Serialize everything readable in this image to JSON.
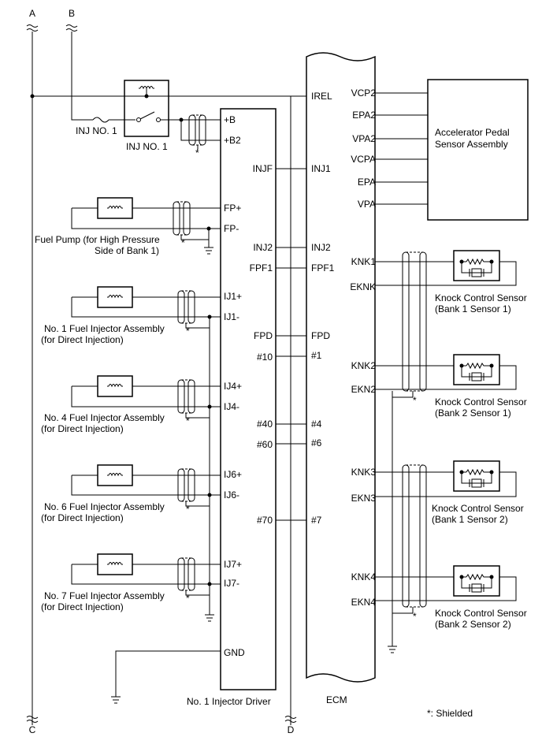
{
  "buses": {
    "A": "A",
    "B": "B",
    "C": "C",
    "D": "D"
  },
  "relay": {
    "fuse_label": "INJ NO. 1",
    "relay_label": "INJ NO. 1"
  },
  "driver": {
    "name": "No. 1 Injector Driver",
    "pins_left": [
      "+B",
      "+B2",
      "FP+",
      "FP-",
      "IJ1+",
      "IJ1-",
      "IJ4+",
      "IJ4-",
      "IJ6+",
      "IJ6-",
      "IJ7+",
      "IJ7-",
      "GND"
    ],
    "pins_right": [
      "INJF",
      "INJ2",
      "FPF1",
      "FPD",
      "#10",
      "#40",
      "#60",
      "#70"
    ]
  },
  "ecm": {
    "name": "ECM",
    "pins_left": [
      "IREL",
      "INJ1",
      "INJ2",
      "FPF1",
      "FPD",
      "#1",
      "#4",
      "#6",
      "#7"
    ],
    "pins_right": [
      "VCP2",
      "EPA2",
      "VPA2",
      "VCPA",
      "EPA",
      "VPA",
      "KNK1",
      "EKNK",
      "KNK2",
      "EKN2",
      "KNK3",
      "EKN3",
      "KNK4",
      "EKN4"
    ]
  },
  "accel": {
    "line1": "Accelerator Pedal",
    "line2": "Sensor Assembly"
  },
  "loads": [
    {
      "line1": "Fuel Pump (for High Pressure",
      "line2": "Side of Bank 1)"
    },
    {
      "line1": "No. 1 Fuel Injector Assembly",
      "line2": "(for Direct Injection)"
    },
    {
      "line1": "No. 4 Fuel Injector Assembly",
      "line2": "(for Direct Injection)"
    },
    {
      "line1": "No. 6 Fuel Injector Assembly",
      "line2": "(for Direct Injection)"
    },
    {
      "line1": "No. 7 Fuel Injector Assembly",
      "line2": "(for Direct Injection)"
    }
  ],
  "knock": [
    {
      "line1": "Knock Control Sensor",
      "line2": "(Bank 1 Sensor 1)"
    },
    {
      "line1": "Knock Control Sensor",
      "line2": "(Bank 2 Sensor 1)"
    },
    {
      "line1": "Knock Control Sensor",
      "line2": "(Bank 1 Sensor 2)"
    },
    {
      "line1": "Knock Control Sensor",
      "line2": "(Bank 2 Sensor 2)"
    }
  ],
  "shield_mark": "*",
  "legend": "*: Shielded"
}
